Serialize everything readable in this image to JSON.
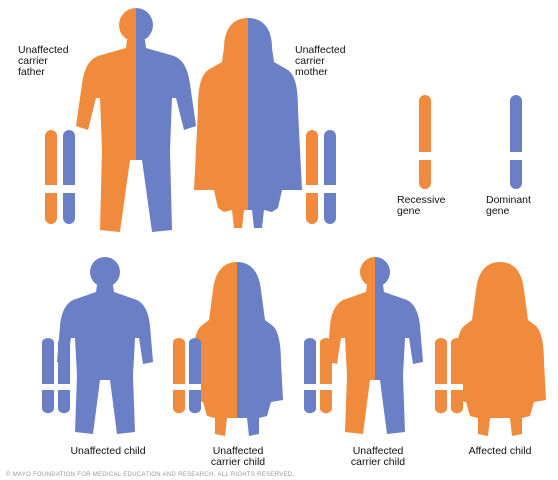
{
  "colors": {
    "orange": "#F08A3C",
    "blue": "#6B7FC7",
    "stripe": "#ffffff"
  },
  "parents": {
    "father": {
      "lines": [
        "Unaffected",
        "carrier",
        "father"
      ]
    },
    "mother": {
      "lines": [
        "Unaffected",
        "carrier",
        "mother"
      ]
    }
  },
  "legend": {
    "recessive": {
      "lines": [
        "Recessive",
        "gene"
      ],
      "color": "orange"
    },
    "dominant": {
      "lines": [
        "Dominant",
        "gene"
      ],
      "color": "blue"
    }
  },
  "children": [
    {
      "lines": [
        "Unaffected child"
      ]
    },
    {
      "lines": [
        "Unaffected",
        "carrier child"
      ]
    },
    {
      "lines": [
        "Unaffected",
        "carrier child"
      ]
    },
    {
      "lines": [
        "Affected child"
      ]
    }
  ],
  "copyright": "© MAYO FOUNDATION FOR MEDICAL EDUCATION AND RESEARCH. ALL RIGHTS RESERVED."
}
